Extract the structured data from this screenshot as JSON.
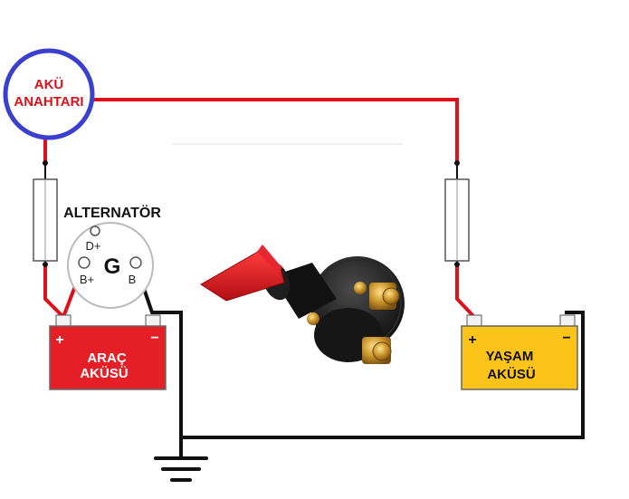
{
  "switch_label": {
    "line1": "AKÜ",
    "line2": "ANAHTARI"
  },
  "alternator": {
    "title": "ALTERNATÖR",
    "center": "G",
    "terminals": {
      "d_plus": "D+",
      "b_plus_left": "B+",
      "b_right": "B"
    }
  },
  "vehicle_battery": {
    "line1": "ARAÇ",
    "line2": "AKÜSÜ",
    "plus": "+",
    "minus": "−"
  },
  "house_battery": {
    "line1": "YAŞAM",
    "line2": "AKÜSÜ",
    "plus": "+",
    "minus": "−"
  },
  "colors": {
    "positive_wire": "#e0101a",
    "negative_wire": "#111111",
    "switch_ring": "#3a3fd0",
    "vehicle_battery_fill": "#e51f26",
    "house_battery_fill": "#fcc419",
    "fuse_fill": "#ffffff",
    "handle_red": "#d4121c",
    "switch_body": "#1a1a1a",
    "brass": "#c8932a"
  },
  "icons": [
    "ground-symbol-icon",
    "battery-switch-image"
  ]
}
